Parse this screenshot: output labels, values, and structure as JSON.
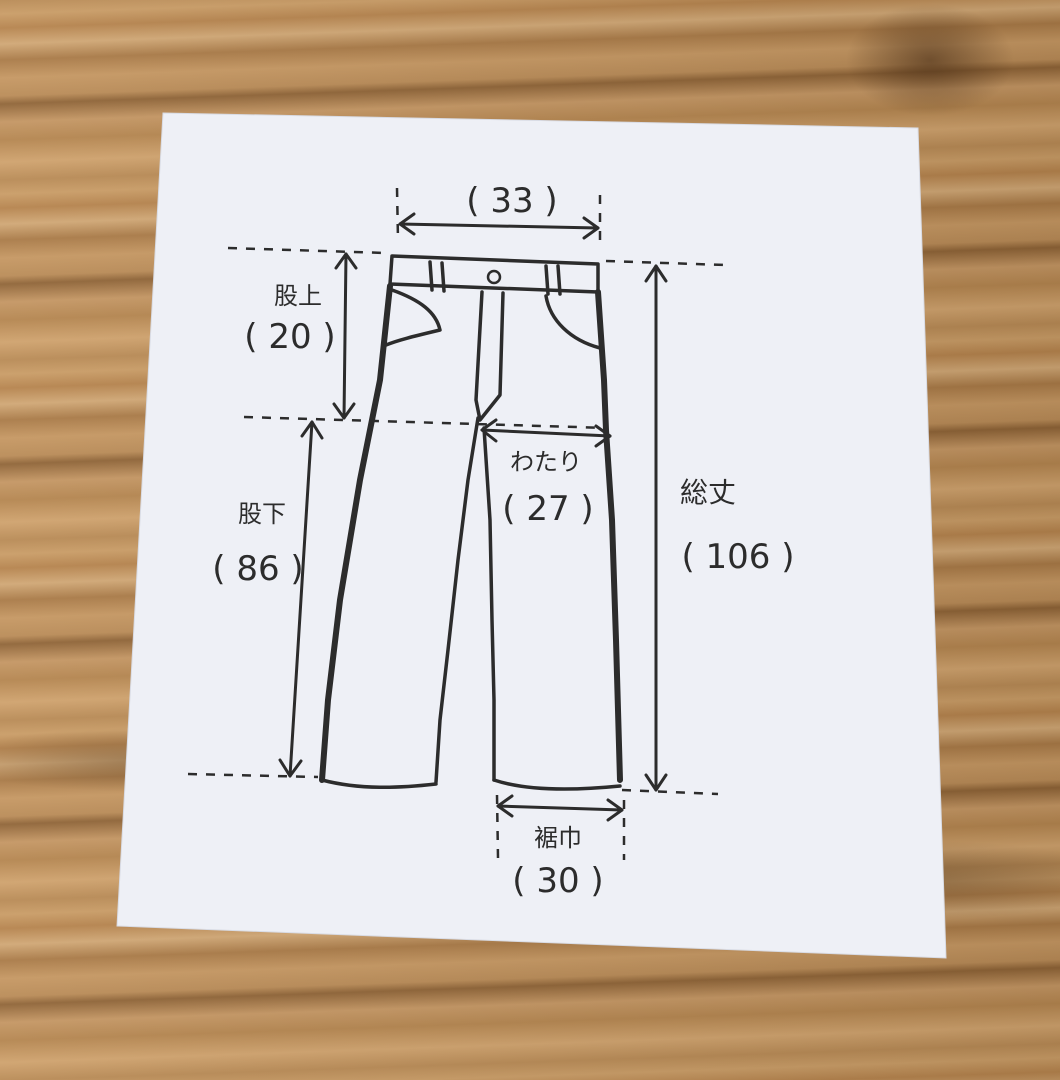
{
  "measurements": {
    "waist": {
      "value": "( 33 )"
    },
    "rise": {
      "label": "股上",
      "value": "( 20 )"
    },
    "inseam": {
      "label": "股下",
      "value": "( 86 )"
    },
    "thigh": {
      "label": "わたり",
      "value": "( 27 )"
    },
    "total_length": {
      "label": "総丈",
      "value": "( 106 )"
    },
    "hem_width": {
      "label": "裾巾",
      "value": "( 30 )"
    }
  },
  "colors": {
    "paper": "#eef0f6",
    "pencil": "#2c2c2c",
    "wood": "#b88a55"
  }
}
